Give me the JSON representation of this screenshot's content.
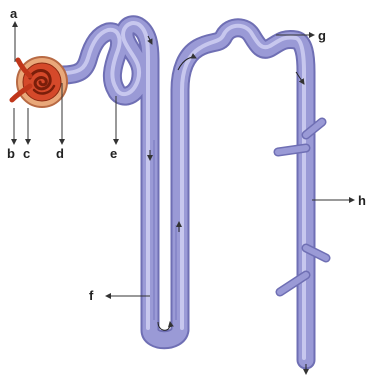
{
  "labels": {
    "a": "a",
    "b": "b",
    "c": "c",
    "d": "d",
    "e": "e",
    "f": "f",
    "g": "g",
    "h": "h"
  },
  "colors": {
    "tubule_fill": "#9a9ad6",
    "tubule_edge": "#6f6fb4",
    "tubule_highlight": "#c7c7ee",
    "capsule_fill": "#e9a87a",
    "glomerulus": "#b8401c",
    "arteriole": "#c0361a"
  }
}
